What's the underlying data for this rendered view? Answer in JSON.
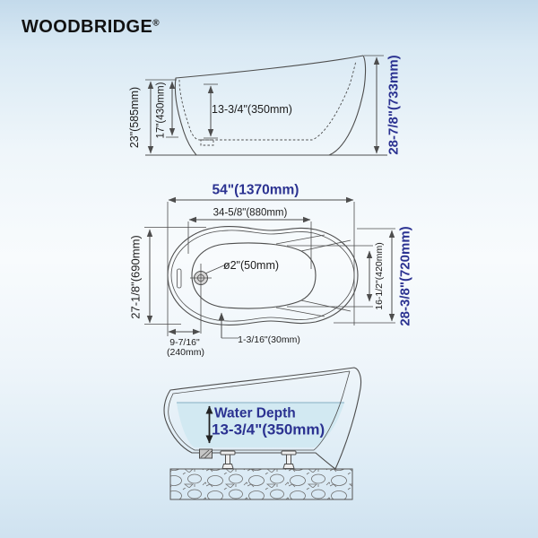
{
  "brand": {
    "name": "WOODBRIDGE",
    "registered": "®"
  },
  "colors": {
    "dimension_blue": "#2b3291",
    "line_color": "#4d4d4d",
    "text_black": "#1c1c1c",
    "water_fill": "#d2e9f2"
  },
  "side_view": {
    "overall_height": "28-7/8\"(733mm)",
    "rim_height": "23\"(585mm)",
    "interior_depth": "17\"(430mm)",
    "soaking_depth": "13-3/4\"(350mm)"
  },
  "plan_view": {
    "overall_length": "54\"(1370mm)",
    "basin_length": "34-5/8\"(880mm)",
    "overall_width": "27-1/8\"(690mm)",
    "basin_width": "16-1/2\"(420mm)",
    "overall_width_right": "28-3/8\"(720mm)",
    "drain_diameter": "ø2\"(50mm)",
    "drain_offset_inches": "9-7/16\"",
    "drain_offset_mm": "(240mm)",
    "base_inset": "1-3/16\"(30mm)"
  },
  "water_view": {
    "label": "Water Depth",
    "value": "13-3/4\"(350mm)"
  }
}
